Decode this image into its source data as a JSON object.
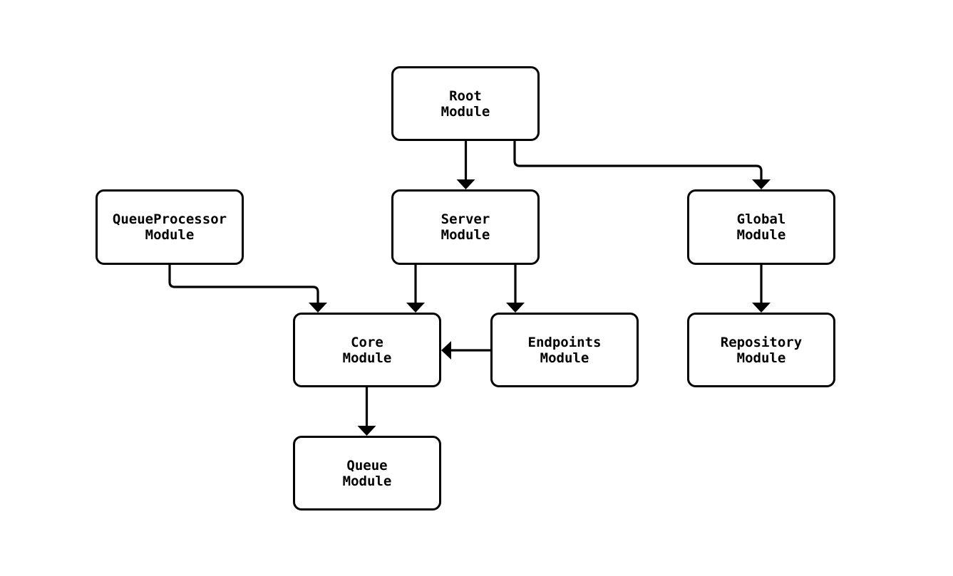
{
  "diagram": {
    "type": "module-dependency-flowchart",
    "colors": {
      "background": "#ffffff",
      "stroke": "#000000",
      "node_fill": "#ffffff",
      "text": "#000000"
    },
    "nodes": [
      {
        "id": "root",
        "label": "Root\nModule"
      },
      {
        "id": "queueprocessor",
        "label": "QueueProcessor\nModule"
      },
      {
        "id": "server",
        "label": "Server\nModule"
      },
      {
        "id": "global",
        "label": "Global\nModule"
      },
      {
        "id": "core",
        "label": "Core\nModule"
      },
      {
        "id": "endpoints",
        "label": "Endpoints\nModule"
      },
      {
        "id": "repository",
        "label": "Repository\nModule"
      },
      {
        "id": "queue",
        "label": "Queue\nModule"
      }
    ],
    "edges": [
      {
        "from": "root",
        "to": "server"
      },
      {
        "from": "root",
        "to": "global"
      },
      {
        "from": "queueprocessor",
        "to": "core"
      },
      {
        "from": "server",
        "to": "core"
      },
      {
        "from": "server",
        "to": "endpoints"
      },
      {
        "from": "endpoints",
        "to": "core"
      },
      {
        "from": "global",
        "to": "repository"
      },
      {
        "from": "core",
        "to": "queue"
      }
    ]
  }
}
